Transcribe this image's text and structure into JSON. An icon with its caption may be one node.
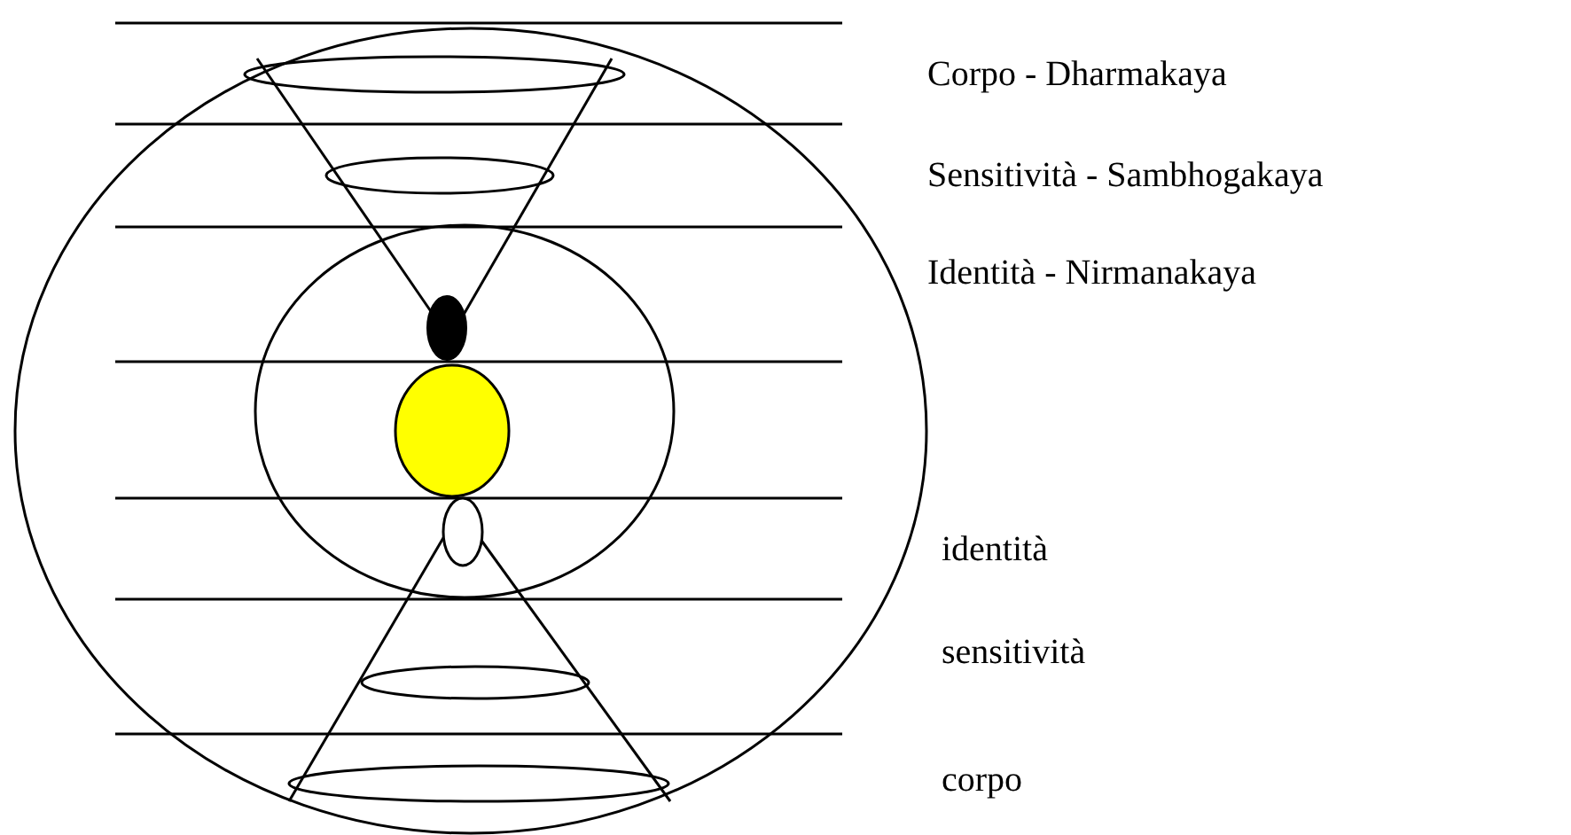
{
  "diagram": {
    "labels": [
      "Corpo - Dharmakaya",
      "Sensitività - Sambhogakaya",
      "Identità - Nirmanakaya",
      "identità",
      "sensitività",
      "corpo"
    ]
  }
}
